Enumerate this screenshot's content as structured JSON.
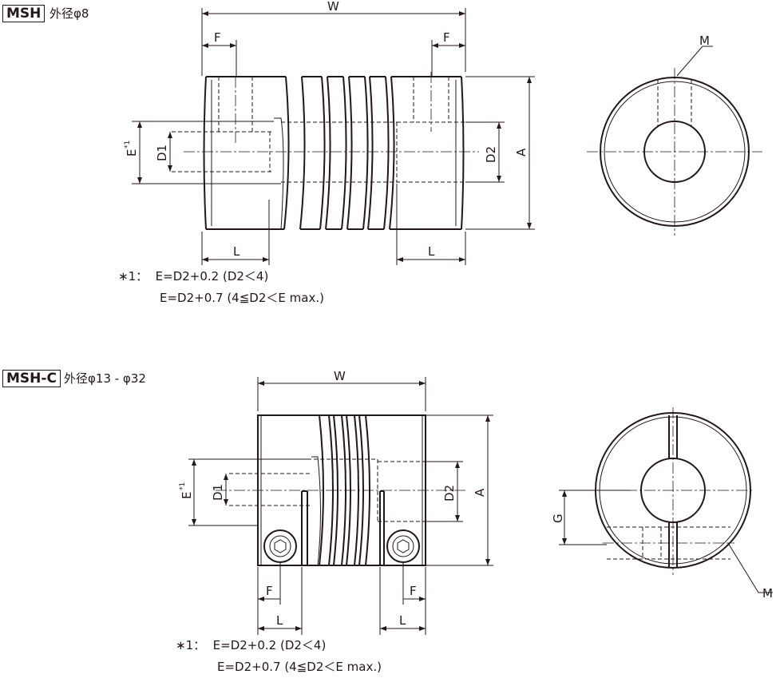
{
  "msh": {
    "model": "MSH",
    "spec": "外径φ8",
    "dims": {
      "W": "W",
      "F_left": "F",
      "F_right": "F",
      "M": "M",
      "E": "E",
      "E_note": "*1",
      "D1": "D1",
      "D2": "D2",
      "A": "A",
      "L_left": "L",
      "L_right": "L"
    },
    "note_line1": "∗1：  E=D2+0.2 (D2＜4)",
    "note_line2": "E=D2+0.7 (4≦D2＜E max.)"
  },
  "mshc": {
    "model": "MSH-C",
    "spec": "外径φ13 - φ32",
    "dims": {
      "W": "W",
      "E": "E",
      "E_note": "*1",
      "D1": "D1",
      "D2": "D2",
      "A": "A",
      "F_left": "F",
      "F_right": "F",
      "L_left": "L",
      "L_right": "L",
      "G": "G",
      "M": "M"
    },
    "note_line1": "∗1：  E=D2+0.2 (D2＜4)",
    "note_line2": "E=D2+0.7 (4≦D2＜E max.)"
  }
}
